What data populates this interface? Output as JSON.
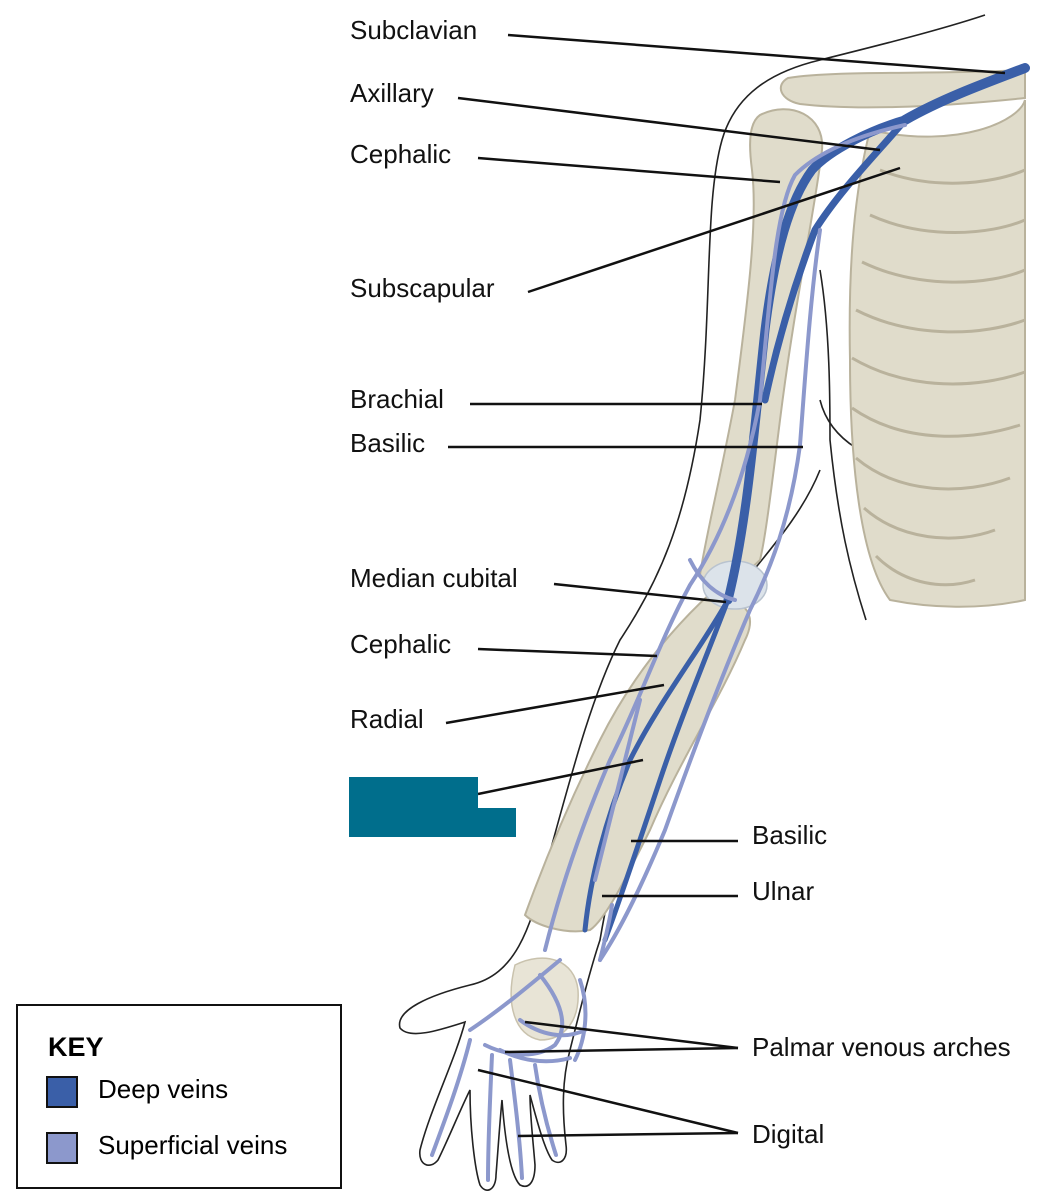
{
  "colors": {
    "deep": "#3a5fa8",
    "superficial": "#8c98cc",
    "bone": "#e0dccb",
    "bone_edge": "#b9b29c",
    "redaction": "#006e8c",
    "leader": "#111111"
  },
  "labels": {
    "subclavian": "Subclavian",
    "axillary": "Axillary",
    "cephalic_upper": "Cephalic",
    "subscapular": "Subscapular",
    "brachial": "Brachial",
    "basilic_upper": "Basilic",
    "median_cubital": "Median cubital",
    "cephalic_lower": "Cephalic",
    "radial": "Radial",
    "basilic_lower": "Basilic",
    "ulnar": "Ulnar",
    "palmar_venous_arches": "Palmar venous arches",
    "digital": "Digital"
  },
  "key": {
    "title": "KEY",
    "deep_label": "Deep veins",
    "superficial_label": "Superficial veins"
  }
}
